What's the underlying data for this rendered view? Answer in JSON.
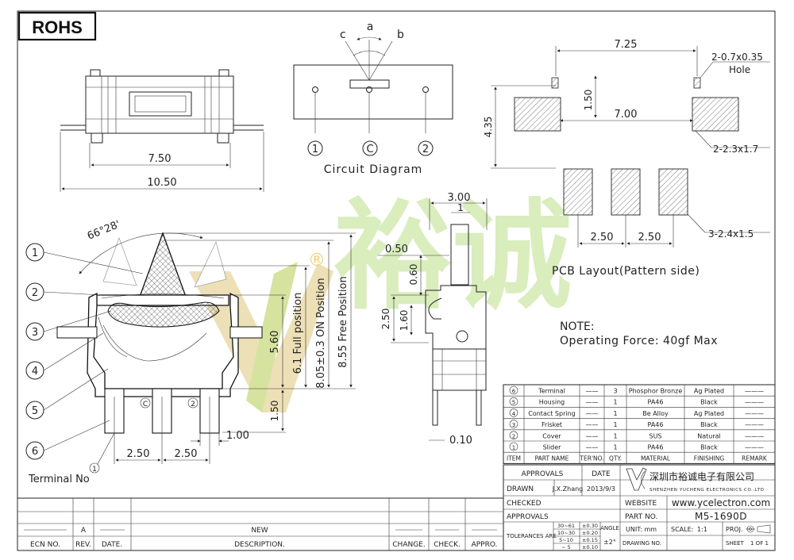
{
  "badge": "ROHS",
  "top_view": {
    "dim_inner": "7.50",
    "dim_outer": "10.50"
  },
  "circuit": {
    "label_a": "a",
    "label_b": "b",
    "label_c": "c",
    "pin_1": "1",
    "pin_c": "C",
    "pin_2": "2",
    "caption": "Circuit Diagram"
  },
  "pcb": {
    "dim_top": "7.25",
    "hole_note_1": "2-0.7x0.35",
    "hole_note_2": "Hole",
    "dim_150": "1.50",
    "dim_700": "7.00",
    "dim_435": "4.35",
    "pad_note_1": "2-2.3x1.7",
    "dim_250a": "2.50",
    "dim_250b": "2.50",
    "pad_note_2": "3-2.4x1.5",
    "caption": "PCB Layout(Pattern side)"
  },
  "side_view": {
    "dim_300": "3.00",
    "dim_1": "1",
    "dim_050": "0.50",
    "dim_060": "0.60",
    "dim_250": "2.50",
    "dim_160": "1.60",
    "dim_010": "0.10"
  },
  "note": {
    "line1": "NOTE:",
    "line2": "Operating Force: 40gf Max"
  },
  "front_view": {
    "angle": "66°28'",
    "callouts": [
      "1",
      "2",
      "3",
      "4",
      "5",
      "6"
    ],
    "dim_560": "5.60",
    "full_pos": "6.1 Full position",
    "on_pos": "8.05±0.3 ON Position",
    "free_pos": "8.55 Free Position",
    "dim_150": "1.50",
    "dim_100": "1.00",
    "dim_250a": "2.50",
    "dim_250b": "2.50",
    "pin_c": "C",
    "pin_2": "2",
    "terminal_label": "Terminal No",
    "terminal_num": "1"
  },
  "watermark": {
    "letters": "YC",
    "reg": "®",
    "chars": "裕诚"
  },
  "bom": {
    "rows": [
      {
        "no": "6",
        "name": "Terminal",
        "ter": "——",
        "qty": "3",
        "material": "Phosphor Bronze",
        "finish": "Ag Plated",
        "remark": "———"
      },
      {
        "no": "5",
        "name": "Housing",
        "ter": "——",
        "qty": "1",
        "material": "PA46",
        "finish": "Black",
        "remark": "———"
      },
      {
        "no": "4",
        "name": "Contact Spring",
        "ter": "——",
        "qty": "1",
        "material": "Be Alloy",
        "finish": "Ag Plated",
        "remark": "———"
      },
      {
        "no": "3",
        "name": "Frisket",
        "ter": "——",
        "qty": "1",
        "material": "PA46",
        "finish": "Black",
        "remark": "———"
      },
      {
        "no": "2",
        "name": "Cover",
        "ter": "——",
        "qty": "1",
        "material": "SUS",
        "finish": "Natural",
        "remark": "———"
      },
      {
        "no": "1",
        "name": "Slider",
        "ter": "——",
        "qty": "1",
        "material": "PA46",
        "finish": "Black",
        "remark": "———"
      }
    ],
    "headers": [
      "ITEM",
      "PART NAME",
      "TER'NO.",
      "QTY.",
      "MATERIAL",
      "FINISHING",
      "REMARK"
    ]
  },
  "title_block": {
    "approvals_header": "APPROVALS",
    "date_header": "DATE",
    "drawn_label": "DRAWN",
    "drawn_by": "J.X.Zhang",
    "drawn_date": "2013/9/3",
    "checked_label": "CHECKED",
    "approvals_label": "APPROVALS",
    "company_cn": "深圳市裕诚电子有限公司",
    "company_en": "SHENZHEN YUCHENG ELECTRONICS CO.,LTD",
    "website_label": "WEBSITE",
    "website": "www.ycelectron.com",
    "part_label": "PART NO.",
    "part_no": "M5-1690D",
    "tolerances_label": "TOLERANCES ARE",
    "tol_ranges": [
      "30~61",
      "10~30",
      "5~10",
      "~ 5"
    ],
    "tol_values": [
      "±0.30",
      "±0.20",
      "±0.15",
      "±0.10"
    ],
    "angle_label": "ANGLE",
    "angle_value": "±2°",
    "unit_label": "UNIT: mm",
    "scale_label": "SCALE:",
    "scale_value": "1:1",
    "proj_label": "PROJ.",
    "drawing_no_label": "DRAWING NO.",
    "sheet_label": "SHEET",
    "sheet_value": "1 OF 1"
  },
  "revision": {
    "rev_value": "A",
    "desc_value": "NEW",
    "headers": [
      "ECN NO.",
      "REV.",
      "DATE.",
      "DESCRIPTION.",
      "CHANGE.",
      "CHECK.",
      "APPRO."
    ]
  }
}
